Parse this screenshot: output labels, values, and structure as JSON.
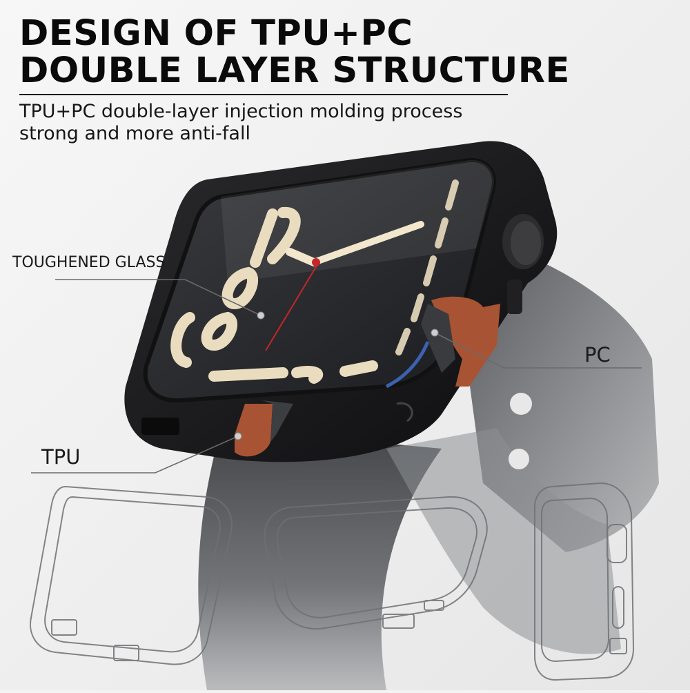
{
  "headline": {
    "line1": "DESIGN OF TPU+PC",
    "line2": "DOUBLE LAYER STRUCTURE"
  },
  "subheadline": {
    "line1": "TPU+PC double-layer injection molding process",
    "line2": "strong and more anti-fall"
  },
  "callouts": {
    "glass": "TOUGHENED GLASS",
    "pc": "PC",
    "tpu": "TPU"
  },
  "watch_face": {
    "numerals_left": [
      "10",
      "9",
      "8"
    ],
    "numerals_bottom": [
      "7",
      "6",
      "5"
    ],
    "hand_color": "#f2e6cc",
    "second_hand_color": "#c4262a"
  },
  "colors": {
    "background": "#f3f3f3",
    "case": "#1c1c1e",
    "tpu_highlight": "#a85434",
    "band": "#5a5c60"
  },
  "icons": [
    "digital-crown-icon",
    "side-button-icon"
  ]
}
